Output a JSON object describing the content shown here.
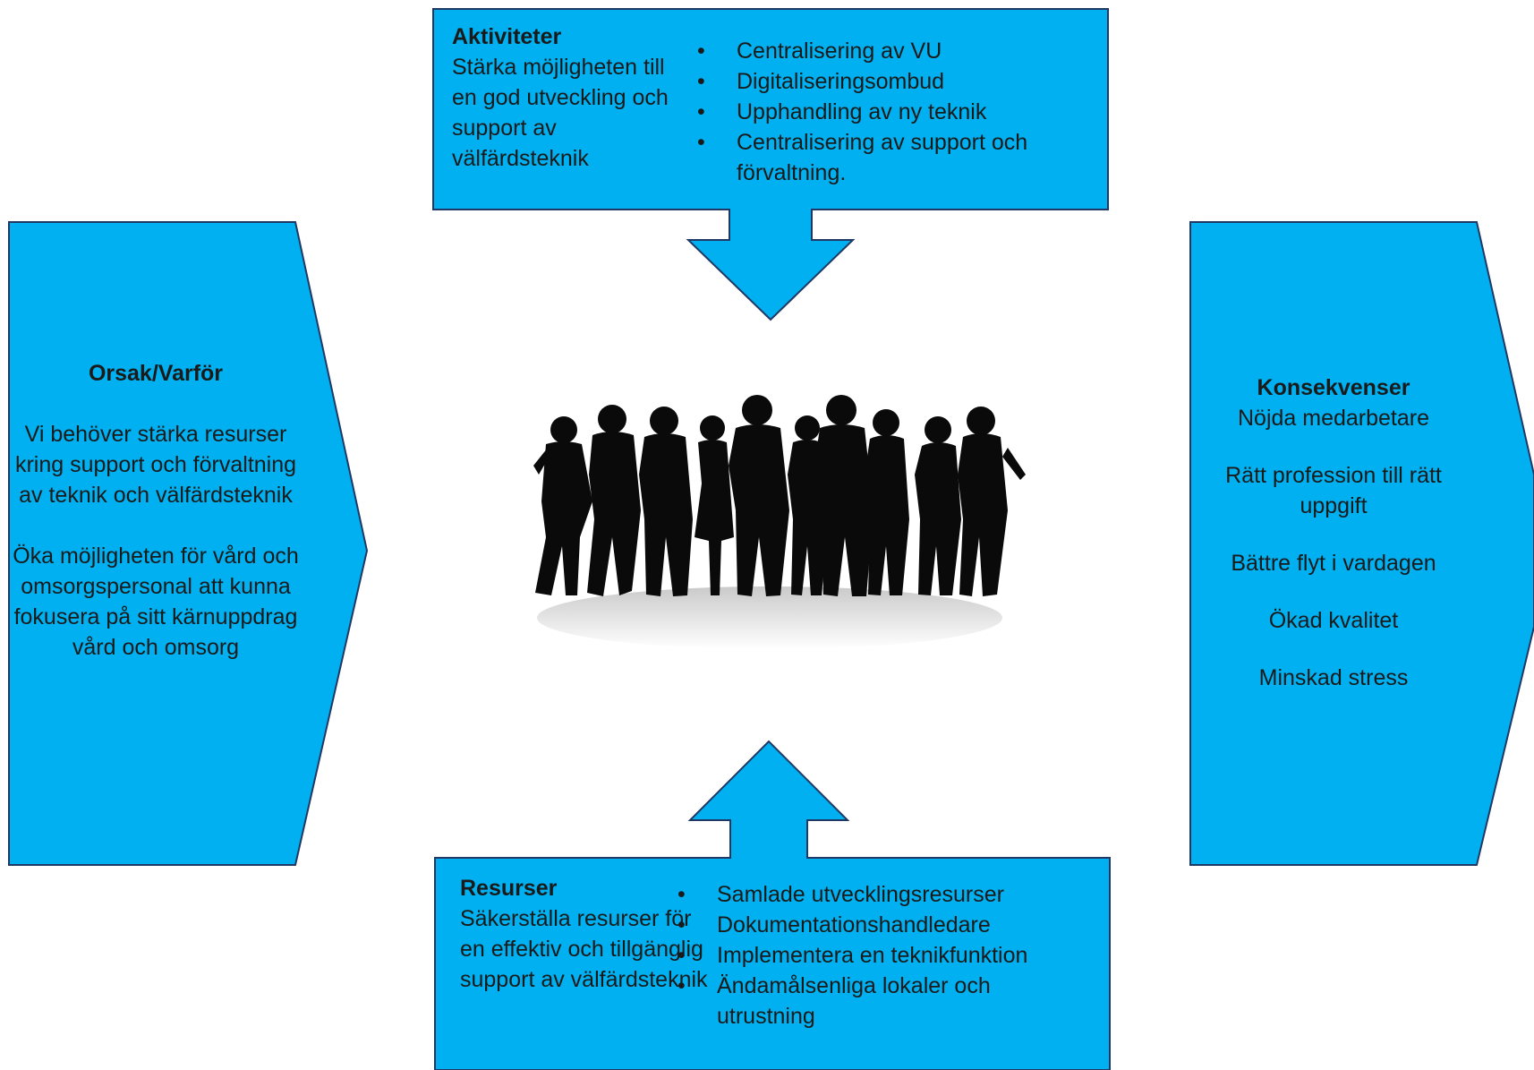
{
  "aktiviteter": {
    "title": "Aktiviteter",
    "description": "Stärka möjligheten till en god utveckling och support av välfärdsteknik",
    "items": [
      "Centralisering av VU",
      "Digitaliseringsombud",
      "Upphandling av ny teknik",
      "Centralisering av support och förvaltning."
    ]
  },
  "orsak": {
    "title": "Orsak/Varför",
    "paragraph1": "Vi behöver stärka resurser kring support och förvaltning av teknik och välfärdsteknik",
    "paragraph2": "Öka möjligheten för vård och omsorgspersonal att kunna fokusera på sitt kärnuppdrag",
    "paragraph3": "vård och omsorg"
  },
  "konsekvenser": {
    "title": "Konsekvenser",
    "items": [
      "Nöjda medarbetare",
      "Rätt profession till rätt uppgift",
      "Bättre flyt i vardagen",
      "Ökad kvalitet",
      "Minskad stress"
    ]
  },
  "resurser": {
    "title": "Resurser",
    "description": "Säkerställa resurser för en effektiv och tillgänglig support av välfärdsteknik",
    "items": [
      "Samlade utvecklingsresurser",
      "Dokumentationshandledare",
      "Implementera en teknikfunktion",
      "Ändamålsenliga lokaler och utrustning"
    ]
  },
  "colors": {
    "box_fill": "#00b0f0",
    "box_stroke": "#1f3864",
    "silhouette": "#0a0a0a"
  }
}
